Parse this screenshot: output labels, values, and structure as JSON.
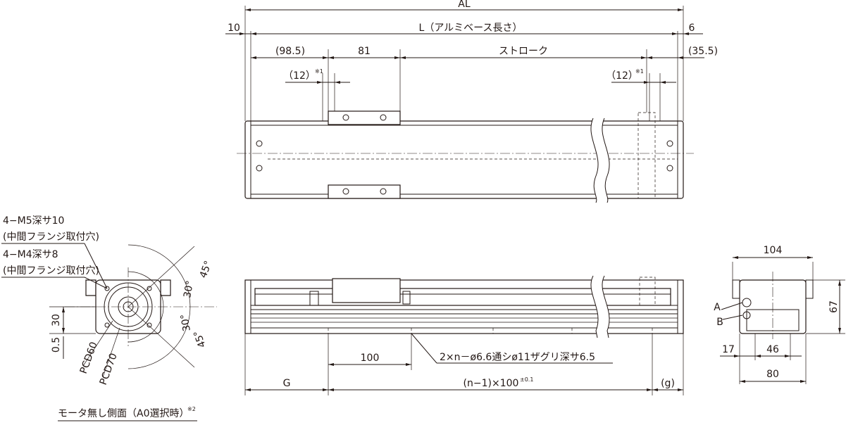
{
  "top_view": {
    "AL": "AL",
    "left_10": "10",
    "L_label": "L（アルミベース長さ）",
    "right_6": "6",
    "d_98_5": "(98.5)",
    "d_81": "81",
    "stroke": "ストローク",
    "d_35_5": "(35.5)",
    "d_12_left": "（12）",
    "d_12_right": "（12）",
    "note1": "※1"
  },
  "side_view": {
    "hole_spec": "2×n－ø6.6通シø11ザグリ深サ6.5",
    "d_100": "100",
    "G": "G",
    "pitch": "(n−1)×100",
    "tol": "±0.1",
    "g": "(g)"
  },
  "end_view": {
    "d_104": "104",
    "d_67": "67",
    "d_17": "17",
    "d_46": "46",
    "d_80": "80",
    "A": "A",
    "B": "B"
  },
  "flange_view": {
    "m5": "4−M5深サ10",
    "m5_sub": "(中間フランジ取付穴)",
    "m4": "4−M4深サ8",
    "m4_sub": "(中間フランジ取付穴)",
    "d_30": "30",
    "d_0_5": "0.5",
    "pcd60": "PCD60",
    "pcd70": "PCD70",
    "a30_1": "30°",
    "a30_2": "30°",
    "a45_1": "45°",
    "a45_2": "45°",
    "caption": "モータ無し側面（A0選択時）",
    "note2": "※2"
  }
}
